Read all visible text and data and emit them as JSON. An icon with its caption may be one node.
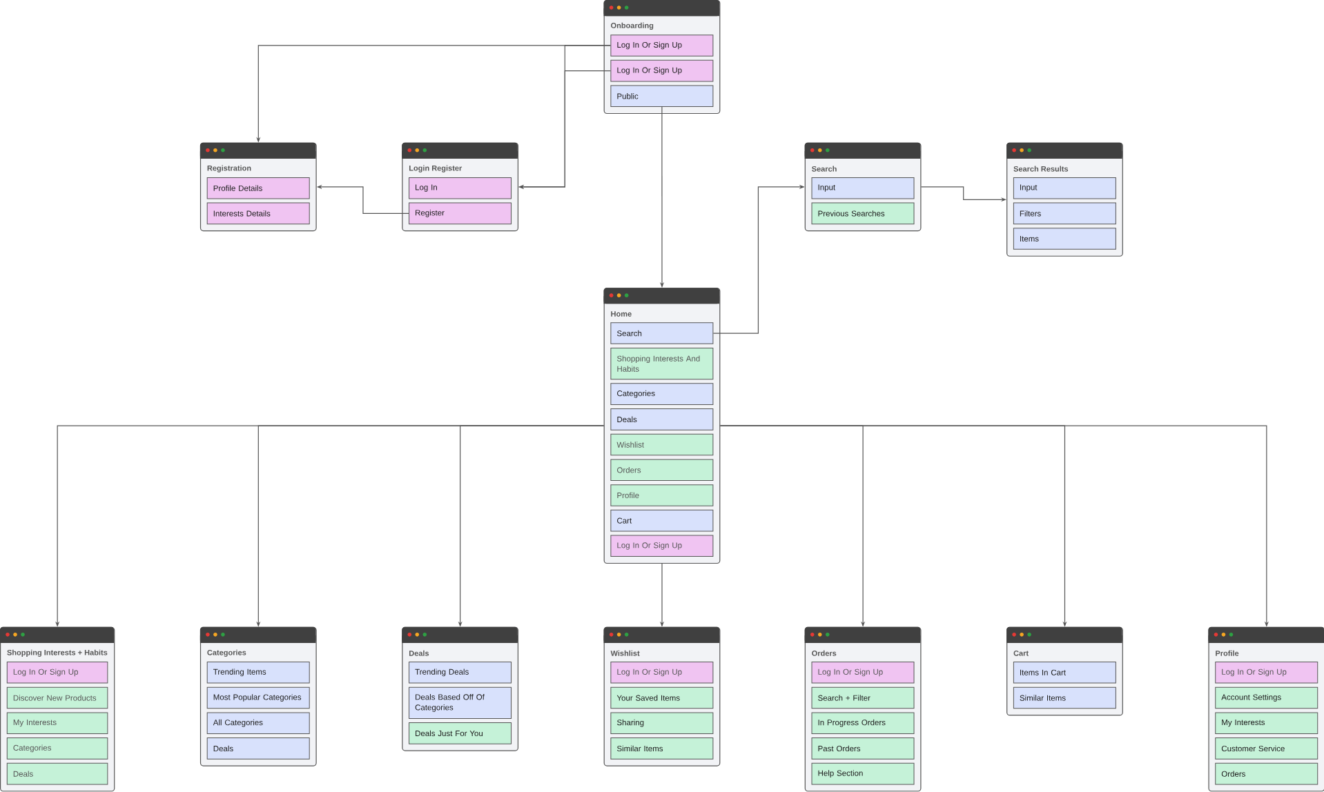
{
  "diagram": {
    "nodes": [
      {
        "text": [
          "Onboarding"
        ]
      },
      {
        "text": [
          "Log In Or Sign Up"
        ],
        "in": 0
      },
      {
        "text": [
          "Log In Or Sign Up"
        ],
        "in": 0
      },
      {
        "text": [
          "Public"
        ],
        "in": 0
      },
      {
        "text": [
          "Registration"
        ]
      },
      {
        "text": [
          "Profile Details"
        ],
        "in": 4
      },
      {
        "text": [
          "Interests Details"
        ],
        "in": 4
      },
      {
        "text": [
          "Login Register"
        ]
      },
      {
        "text": [
          "Log In"
        ],
        "in": 7
      },
      {
        "text": [
          "Register"
        ],
        "in": 7
      },
      {
        "text": [
          "Search"
        ]
      },
      {
        "text": [
          "Input"
        ],
        "in": 10
      },
      {
        "text": [
          "Previous Searches"
        ],
        "in": 10
      },
      {
        "text": [
          "Search Results"
        ]
      },
      {
        "text": [
          "Input"
        ],
        "in": 13
      },
      {
        "text": [
          "Filters"
        ],
        "in": 13
      },
      {
        "text": [
          "Items"
        ],
        "in": 13
      },
      {
        "text": [
          "Home"
        ]
      },
      {
        "text": [
          "Search"
        ],
        "in": 17
      },
      {
        "text": [
          "Shopping Interests And Habits"
        ],
        "in": 17
      },
      {
        "text": [
          "Categories"
        ],
        "in": 17
      },
      {
        "text": [
          "Deals"
        ],
        "in": 17
      },
      {
        "text": [
          "Wishlist"
        ],
        "in": 17
      },
      {
        "text": [
          "Orders"
        ],
        "in": 17
      },
      {
        "text": [
          "Profile"
        ],
        "in": 17
      },
      {
        "text": [
          "Cart"
        ],
        "in": 17
      },
      {
        "text": [
          "Log In Or Sign Up"
        ],
        "in": 17
      },
      {
        "text": [
          "Shopping Interests + Habits"
        ]
      },
      {
        "text": [
          "Log In Or Sign Up"
        ],
        "in": 27
      },
      {
        "text": [
          "Discover New Products"
        ],
        "in": 27
      },
      {
        "text": [
          "My Interests"
        ],
        "in": 27
      },
      {
        "text": [
          "Categories"
        ],
        "in": 27
      },
      {
        "text": [
          "Deals"
        ],
        "in": 27
      },
      {
        "text": [
          "Categories"
        ]
      },
      {
        "text": [
          "Trending Items"
        ],
        "in": 33
      },
      {
        "text": [
          "Most Popular Categories"
        ],
        "in": 33
      },
      {
        "text": [
          "All Categories"
        ],
        "in": 33
      },
      {
        "text": [
          "Deals"
        ],
        "in": 33
      },
      {
        "text": [
          "Deals"
        ]
      },
      {
        "text": [
          "Trending Deals"
        ],
        "in": 38
      },
      {
        "text": [
          "Deals Based Off Of Categories"
        ],
        "in": 38
      },
      {
        "text": [
          "Deals Just For You"
        ],
        "in": 38
      },
      {
        "text": [
          "Wishlist"
        ]
      },
      {
        "text": [
          "Log In Or Sign Up"
        ],
        "in": 42
      },
      {
        "text": [
          "Your Saved Items"
        ],
        "in": 42
      },
      {
        "text": [
          "Sharing"
        ],
        "in": 42
      },
      {
        "text": [
          "Similar Items"
        ],
        "in": 42
      },
      {
        "text": [
          "Orders"
        ]
      },
      {
        "text": [
          "Log In Or Sign Up"
        ],
        "in": 47
      },
      {
        "text": [
          "Search + Filter"
        ],
        "in": 47
      },
      {
        "text": [
          "In Progress Orders"
        ],
        "in": 47
      },
      {
        "text": [
          "Past Orders"
        ],
        "in": 47
      },
      {
        "text": [
          "Help Section"
        ],
        "in": 47
      },
      {
        "text": [
          "Cart"
        ]
      },
      {
        "text": [
          "Items In Cart"
        ],
        "in": 53
      },
      {
        "text": [
          "Similar Items"
        ],
        "in": 53
      },
      {
        "text": [
          "Profile"
        ]
      },
      {
        "text": [
          "Log In Or Sign Up"
        ],
        "in": 56
      },
      {
        "text": [
          "Account Settings"
        ],
        "in": 56
      },
      {
        "text": [
          "My Interests"
        ],
        "in": 56
      },
      {
        "text": [
          "Customer Service"
        ],
        "in": 56
      },
      {
        "text": [
          "Orders"
        ],
        "in": 56
      }
    ],
    "edges": [
      {
        "from": 1,
        "to": 4,
        "arrow": "to"
      },
      {
        "from": 1,
        "to": 7,
        "arrow": "to"
      },
      {
        "from": 2,
        "to": 7,
        "arrow": "to"
      },
      {
        "from": 3,
        "to": 17,
        "arrow": "to"
      },
      {
        "from": 9,
        "to": 4,
        "arrow": "to"
      },
      {
        "from": 18,
        "to": 10,
        "arrow": "to"
      },
      {
        "from": 10,
        "to": 13,
        "arrow": "to"
      },
      {
        "from": 17,
        "to": 27,
        "arrow": "to"
      },
      {
        "from": 17,
        "to": 33,
        "arrow": "to"
      },
      {
        "from": 17,
        "to": 38,
        "arrow": "to"
      },
      {
        "from": 17,
        "to": 42,
        "arrow": "to"
      },
      {
        "from": 17,
        "to": 47,
        "arrow": "to"
      },
      {
        "from": 17,
        "to": 53,
        "arrow": "to"
      },
      {
        "from": 17,
        "to": 56,
        "arrow": "to"
      }
    ]
  }
}
